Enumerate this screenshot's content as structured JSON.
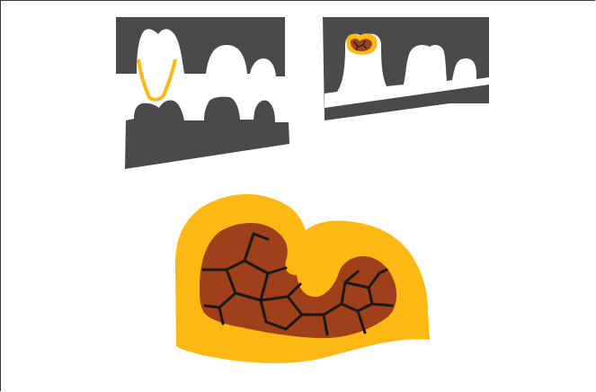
{
  "figure": {
    "panels": [
      {
        "id": "panel-left",
        "description_visible_text": ""
      },
      {
        "id": "panel-right",
        "description_visible_text": ""
      },
      {
        "id": "panel-enlarged",
        "description_visible_text": ""
      }
    ],
    "colors": {
      "background": "#ffffff",
      "tooth": "#ffffff",
      "gum_block": "#4a4a4a",
      "outline": "#fdb913",
      "food_mass": "#a0401a",
      "cracks": "#1a1a1a"
    }
  }
}
